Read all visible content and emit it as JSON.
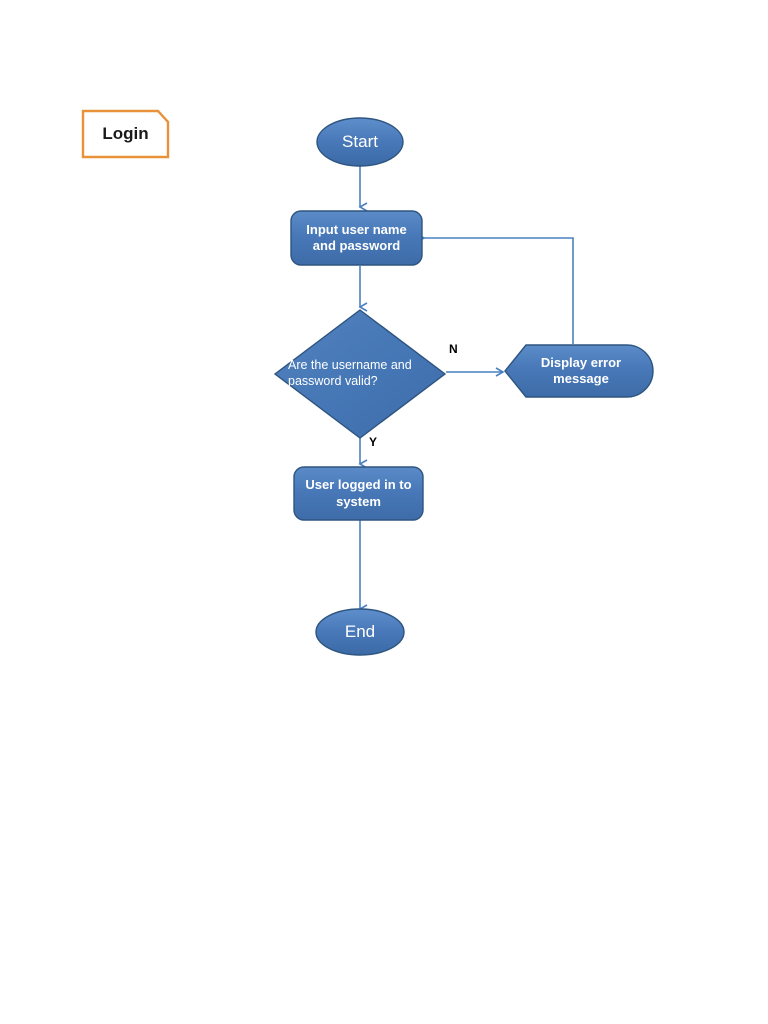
{
  "diagram": {
    "title_tag": {
      "label": "Login",
      "border_color": "#E8923A",
      "text_color": "#1A1A1A"
    },
    "colors": {
      "node_fill": "#4576B5",
      "node_fill_light": "#5B8CC8",
      "node_fill_dark": "#3A6399",
      "node_stroke": "#2E5580",
      "connector": "#4A80C0",
      "node_text": "#FFFFFF",
      "edge_label_text": "#000000",
      "background": "#FFFFFF"
    },
    "nodes": [
      {
        "id": "start",
        "shape": "ellipse",
        "label": "Start"
      },
      {
        "id": "input",
        "shape": "rounded-rectangle",
        "label_line1": "Input user name",
        "label_line2": "and password"
      },
      {
        "id": "decision",
        "shape": "diamond",
        "label_line1": "Are the username and",
        "label_line2": "password valid?"
      },
      {
        "id": "display-error",
        "shape": "display",
        "label_line1": "Display error",
        "label_line2": "message"
      },
      {
        "id": "logged-in",
        "shape": "rounded-rectangle",
        "label_line1": "User logged in to",
        "label_line2": "system"
      },
      {
        "id": "end",
        "shape": "ellipse",
        "label": "End"
      }
    ],
    "edge_labels": {
      "no": "N",
      "yes": "Y"
    }
  }
}
